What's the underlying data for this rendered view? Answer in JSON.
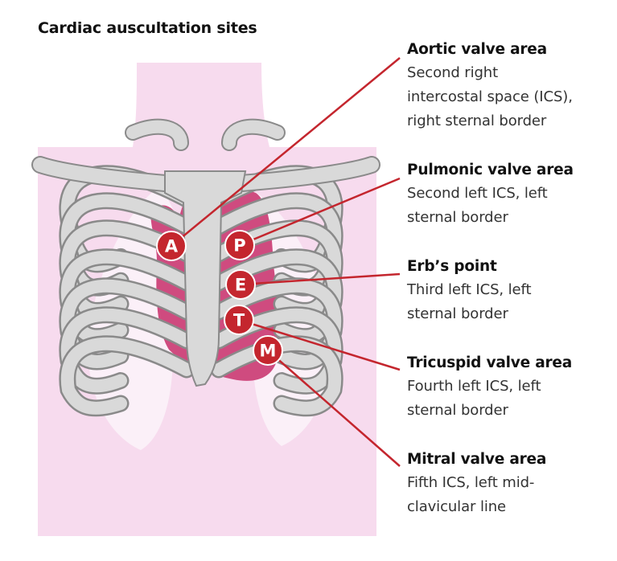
{
  "title": "Cardiac auscultation sites",
  "colors": {
    "accent": "#c4262e",
    "skin": "#f7dbee",
    "heart": "#cf4b7f",
    "rib_fill": "#d9d9d9",
    "rib_stroke": "#8a8a8a",
    "lung": "#fbf0f8"
  },
  "sites": [
    {
      "key": "aortic",
      "marker": "A",
      "name": "Aortic valve area",
      "desc": "Second right\nintercostal space (ICS),\nright sternal border"
    },
    {
      "key": "pulmonic",
      "marker": "P",
      "name": "Pulmonic valve area",
      "desc": "Second left ICS, left\nsternal border"
    },
    {
      "key": "erb",
      "marker": "E",
      "name": "Erb’s point",
      "desc": "Third left ICS, left\nsternal border"
    },
    {
      "key": "tricuspid",
      "marker": "T",
      "name": "Tricuspid valve area",
      "desc": "Fourth left ICS, left\nsternal border"
    },
    {
      "key": "mitral",
      "marker": "M",
      "name": "Mitral valve area",
      "desc": "Fifth ICS, left mid-\nclavicular line"
    }
  ]
}
